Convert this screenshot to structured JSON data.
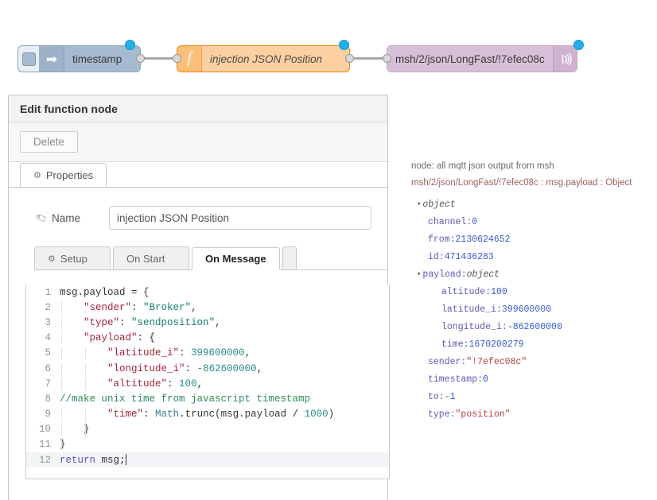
{
  "flow": {
    "nodes": [
      {
        "id": "inject",
        "label": "timestamp",
        "icon": "arrow-right-icon",
        "type": "inject"
      },
      {
        "id": "function",
        "label": "injection JSON Position",
        "icon": "function-f-icon",
        "type": "function"
      },
      {
        "id": "mqtt",
        "label": "msh/2/json/LongFast/!7efec08c",
        "icon": "broadcast-antenna-icon",
        "type": "mqtt-out"
      }
    ]
  },
  "editor": {
    "title": "Edit function node",
    "delete_label": "Delete",
    "tabs": [
      {
        "label": "Properties",
        "icon": "gear-icon",
        "active": true
      }
    ],
    "name_label": "Name",
    "name_value": "injection JSON Position",
    "subtabs": [
      {
        "label": "Setup",
        "icon": "gear-icon",
        "active": false
      },
      {
        "label": "On Start",
        "icon": "",
        "active": false
      },
      {
        "label": "On Message",
        "icon": "",
        "active": true
      },
      {
        "label": "",
        "icon": "",
        "active": false
      }
    ]
  },
  "code": {
    "lines": [
      {
        "n": "1",
        "indent_guides": 0,
        "active": false,
        "tokens": [
          {
            "t": "msg.payload",
            "c": "plain"
          },
          {
            "t": " = {",
            "c": "plain"
          }
        ]
      },
      {
        "n": "2",
        "indent_guides": 1,
        "active": false,
        "tokens": [
          {
            "t": "    ",
            "c": "plain"
          },
          {
            "t": "\"sender\"",
            "c": "prop"
          },
          {
            "t": ": ",
            "c": "plain"
          },
          {
            "t": "\"Broker\"",
            "c": "str"
          },
          {
            "t": ",",
            "c": "plain"
          }
        ]
      },
      {
        "n": "3",
        "indent_guides": 1,
        "active": false,
        "tokens": [
          {
            "t": "    ",
            "c": "plain"
          },
          {
            "t": "\"type\"",
            "c": "prop"
          },
          {
            "t": ": ",
            "c": "plain"
          },
          {
            "t": "\"sendposition\"",
            "c": "str"
          },
          {
            "t": ",",
            "c": "plain"
          }
        ]
      },
      {
        "n": "4",
        "indent_guides": 1,
        "active": false,
        "tokens": [
          {
            "t": "    ",
            "c": "plain"
          },
          {
            "t": "\"payload\"",
            "c": "prop"
          },
          {
            "t": ": {",
            "c": "plain"
          }
        ]
      },
      {
        "n": "5",
        "indent_guides": 2,
        "active": false,
        "tokens": [
          {
            "t": "        ",
            "c": "plain"
          },
          {
            "t": "\"latitude_i\"",
            "c": "prop"
          },
          {
            "t": ": ",
            "c": "plain"
          },
          {
            "t": "399600000",
            "c": "num"
          },
          {
            "t": ",",
            "c": "plain"
          }
        ]
      },
      {
        "n": "6",
        "indent_guides": 2,
        "active": false,
        "tokens": [
          {
            "t": "        ",
            "c": "plain"
          },
          {
            "t": "\"longitude_i\"",
            "c": "prop"
          },
          {
            "t": ": ",
            "c": "plain"
          },
          {
            "t": "-862600000",
            "c": "num"
          },
          {
            "t": ",",
            "c": "plain"
          }
        ]
      },
      {
        "n": "7",
        "indent_guides": 2,
        "active": false,
        "tokens": [
          {
            "t": "        ",
            "c": "plain"
          },
          {
            "t": "\"altitude\"",
            "c": "prop"
          },
          {
            "t": ": ",
            "c": "plain"
          },
          {
            "t": "100",
            "c": "num"
          },
          {
            "t": ",",
            "c": "plain"
          }
        ]
      },
      {
        "n": "8",
        "indent_guides": 0,
        "active": false,
        "tokens": [
          {
            "t": "//make unix time from javascript timestamp",
            "c": "com"
          }
        ]
      },
      {
        "n": "9",
        "indent_guides": 2,
        "active": false,
        "tokens": [
          {
            "t": "        ",
            "c": "plain"
          },
          {
            "t": "\"time\"",
            "c": "prop"
          },
          {
            "t": ": ",
            "c": "plain"
          },
          {
            "t": "Math",
            "c": "fn"
          },
          {
            "t": ".trunc(",
            "c": "plain"
          },
          {
            "t": "msg",
            "c": "plain"
          },
          {
            "t": ".payload / ",
            "c": "plain"
          },
          {
            "t": "1000",
            "c": "num"
          },
          {
            "t": ")",
            "c": "plain"
          }
        ]
      },
      {
        "n": "10",
        "indent_guides": 2,
        "active": false,
        "tokens": [
          {
            "t": "    }",
            "c": "plain"
          }
        ]
      },
      {
        "n": "11",
        "indent_guides": 1,
        "active": false,
        "tokens": [
          {
            "t": "}",
            "c": "plain"
          }
        ]
      },
      {
        "n": "12",
        "indent_guides": 0,
        "active": true,
        "caret": true,
        "tokens": [
          {
            "t": "return",
            "c": "kw"
          },
          {
            "t": " msg;",
            "c": "plain"
          }
        ]
      }
    ]
  },
  "debug": {
    "node_line": "node: all mqtt json output from msh",
    "topic_line": "msh/2/json/LongFast/!7efec08c : msg.payload : Object",
    "rows": [
      {
        "level": 0,
        "arrow": "▾",
        "key": "",
        "sep": "",
        "value": "object",
        "vtype": "type"
      },
      {
        "level": 1,
        "arrow": "",
        "key": "channel",
        "sep": ": ",
        "value": "0",
        "vtype": "num"
      },
      {
        "level": 1,
        "arrow": "",
        "key": "from",
        "sep": ": ",
        "value": "2130624652",
        "vtype": "num"
      },
      {
        "level": 1,
        "arrow": "",
        "key": "id",
        "sep": ": ",
        "value": "471436283",
        "vtype": "num"
      },
      {
        "level": 0,
        "arrow": "▾",
        "key": "payload",
        "sep": ": ",
        "value": "object",
        "vtype": "type"
      },
      {
        "level": 2,
        "arrow": "",
        "key": "altitude",
        "sep": ": ",
        "value": "100",
        "vtype": "num"
      },
      {
        "level": 2,
        "arrow": "",
        "key": "latitude_i",
        "sep": ": ",
        "value": "399600000",
        "vtype": "num"
      },
      {
        "level": 2,
        "arrow": "",
        "key": "longitude_i",
        "sep": ": ",
        "value": "-862600000",
        "vtype": "num"
      },
      {
        "level": 2,
        "arrow": "",
        "key": "time",
        "sep": ": ",
        "value": "1670200279",
        "vtype": "num"
      },
      {
        "level": 1,
        "arrow": "",
        "key": "sender",
        "sep": ": ",
        "value": "\"!7efec08c\"",
        "vtype": "str"
      },
      {
        "level": 1,
        "arrow": "",
        "key": "timestamp",
        "sep": ": ",
        "value": "0",
        "vtype": "num"
      },
      {
        "level": 1,
        "arrow": "",
        "key": "to",
        "sep": ": ",
        "value": "-1",
        "vtype": "num"
      },
      {
        "level": 1,
        "arrow": "",
        "key": "type",
        "sep": ": ",
        "value": "\"position\"",
        "vtype": "str"
      }
    ]
  },
  "colors": {
    "inject_node": "#a6bbcf",
    "function_node": "#fdd0a2",
    "mqtt_node": "#d8bfd8",
    "status_dot": "#21b0e8"
  }
}
